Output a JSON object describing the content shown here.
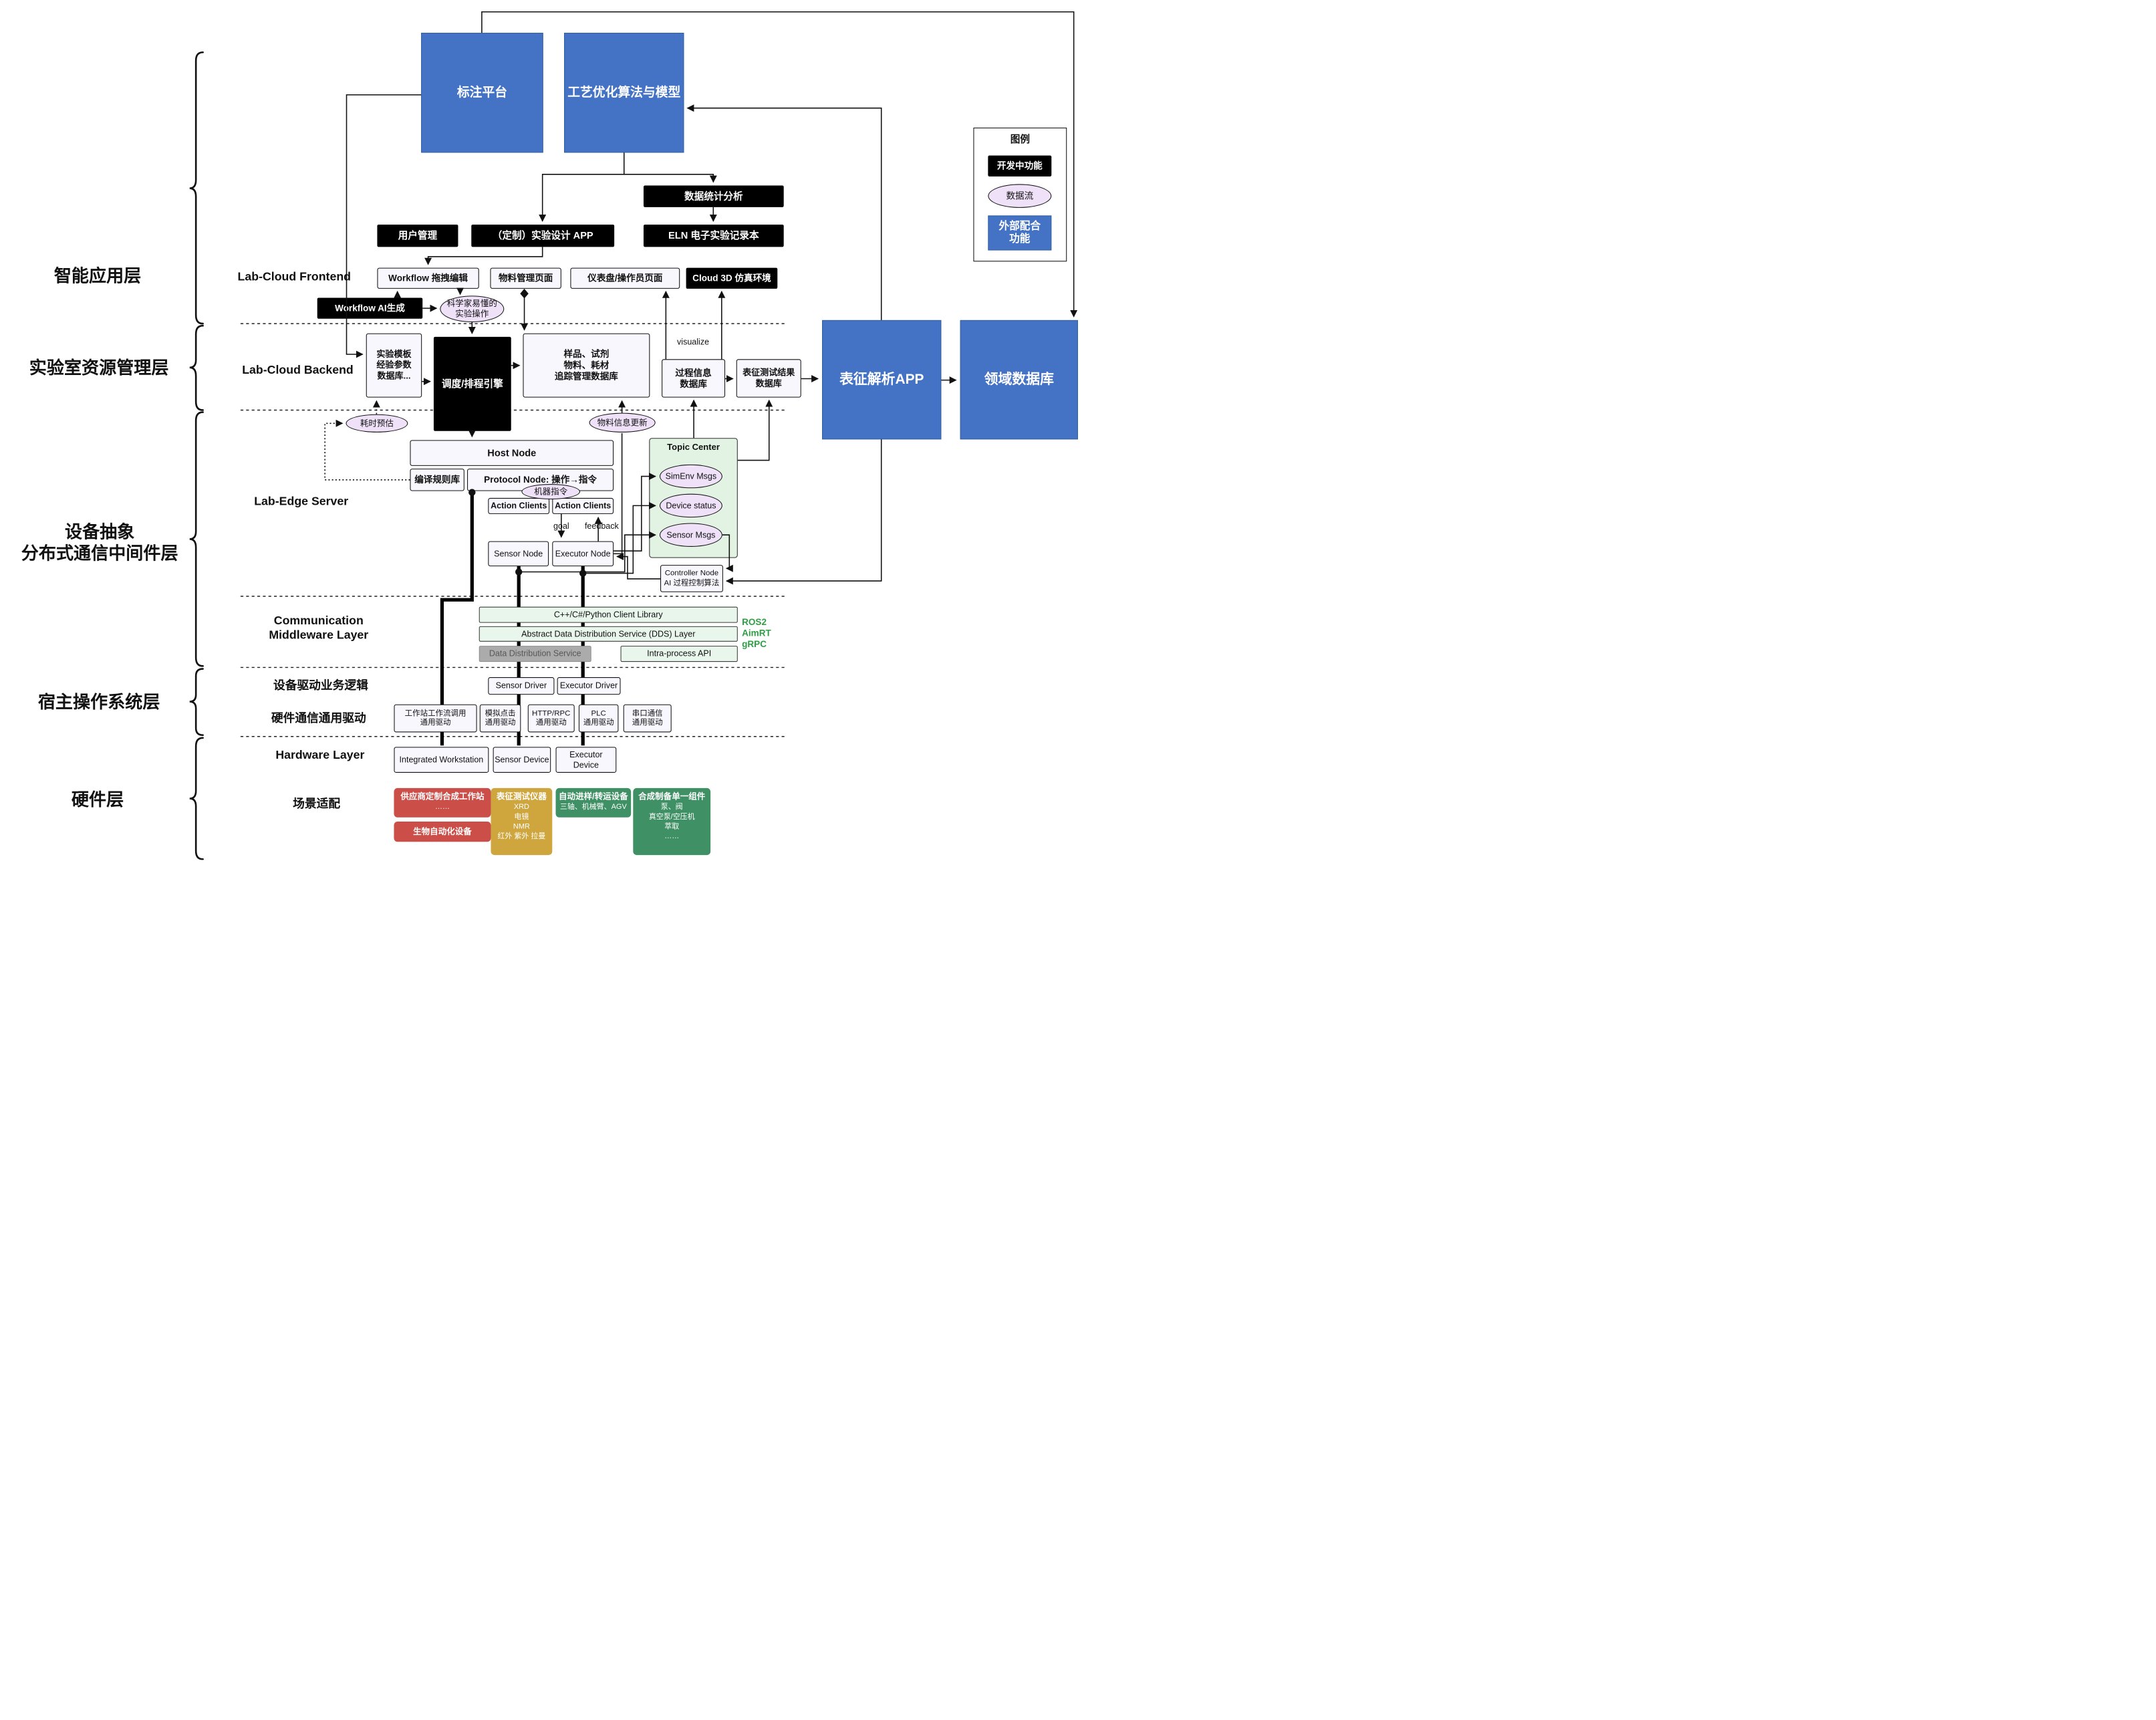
{
  "layers": {
    "app": "智能应用层",
    "resource": "实验室资源管理层",
    "device": "设备抽象\n分布式通信中间件层",
    "host_os": "宿主操作系统层",
    "hardware": "硬件层"
  },
  "sections": {
    "frontend": "Lab-Cloud Frontend",
    "backend": "Lab-Cloud Backend",
    "edge": "Lab-Edge Server",
    "middleware": "Communication\nMiddleware Layer",
    "driver_logic": "设备驱动业务逻辑",
    "hw_comm": "硬件通信通用驱动",
    "hardware": "Hardware Layer",
    "scene": "场景适配"
  },
  "nodes": {
    "anno_platform": "标注平台",
    "process_opt": "工艺优化算法与模型",
    "data_stats": "数据统计分析",
    "user_mgmt": "用户管理",
    "custom_exp_app": "（定制）实验设计 APP",
    "eln": "ELN 电子实验记录本",
    "workflow_edit": "Workflow 拖拽编辑",
    "material_page": "物料管理页面",
    "dashboard_page": "仪表盘/操作员页面",
    "cloud_3d": "Cloud 3D 仿真环境",
    "workflow_ai": "Workflow AI生成",
    "sci_ops": "科学家易懂的\n实验操作",
    "exp_template_db": "实验模板\n经验参数\n数据库...",
    "scheduler": "调度/排程引擎",
    "sample_db": "样品、试剂\n物料、耗材\n追踪管理数据库",
    "process_info_db": "过程信息\n数据库",
    "charact_result_db": "表征测试结果\n数据库",
    "charact_app": "表征解析APP",
    "domain_db": "领域数据库",
    "time_est": "耗时预估",
    "material_update": "物料信息更新",
    "host_node": "Host Node",
    "compile_rules": "编译规则库",
    "protocol_node": "Protocol Node: 操作→指令",
    "machine_cmd": "机器指令",
    "action_clients_1": "Action Clients",
    "action_clients_2": "Action Clients",
    "sensor_node": "Sensor Node",
    "executor_node": "Executor Node",
    "controller_node": "Controller Node\nAI 过程控制算法",
    "topic_center": "Topic Center",
    "simenv_msgs": "SimEnv Msgs",
    "device_status": "Device status",
    "sensor_msgs": "Sensor Msgs",
    "cpp_lib": "C++/C#/Python Client Library",
    "dds_layer": "Abstract Data Distribution Service (DDS) Layer",
    "dds_service": "Data Distribution Service",
    "intra_api": "Intra-process API",
    "sensor_driver": "Sensor Driver",
    "executor_driver": "Executor Driver",
    "drv_workstation": "工作站工作流调用\n通用驱动",
    "drv_click": "模拟点击\n通用驱动",
    "drv_http": "HTTP/RPC\n通用驱动",
    "drv_plc": "PLC\n通用驱动",
    "drv_serial": "串口通信\n通用驱动",
    "hw_workstation": "Integrated Workstation",
    "hw_sensor": "Sensor Device",
    "hw_executor": "Executor Device"
  },
  "scenarios": {
    "vendor_ws": {
      "title": "供应商定制合成工作站",
      "body": "……"
    },
    "bio_auto": {
      "title": "生物自动化设备"
    },
    "charact_instr": {
      "title": "表征测试仪器",
      "body": "XRD\n电镜\nNMR\n红外 紫外 拉曼"
    },
    "transfer_dev": {
      "title": "自动进样/转运设备",
      "body": "三轴、机械臂、AGV"
    },
    "synth_comp": {
      "title": "合成制备单一组件",
      "body": "泵、阀\n真空泵/空压机\n萃取\n……"
    }
  },
  "flows": {
    "goal": "goal",
    "feedback": "feedback",
    "visualize": "visualize",
    "protocols": "ROS2\nAimRT\ngRPC"
  },
  "legend": {
    "title": "图例",
    "developing": "开发中功能",
    "dataflow": "数据流",
    "external": "外部配合\n功能"
  },
  "colors": {
    "external_blue": "#4472c4",
    "developing_black": "#000000",
    "dataflow_purple": "#eee1f8",
    "middleware_green": "#e9f6ec",
    "scenario_red": "#cb4e49",
    "scenario_yellow": "#cfa63e",
    "scenario_green": "#3f9064"
  }
}
